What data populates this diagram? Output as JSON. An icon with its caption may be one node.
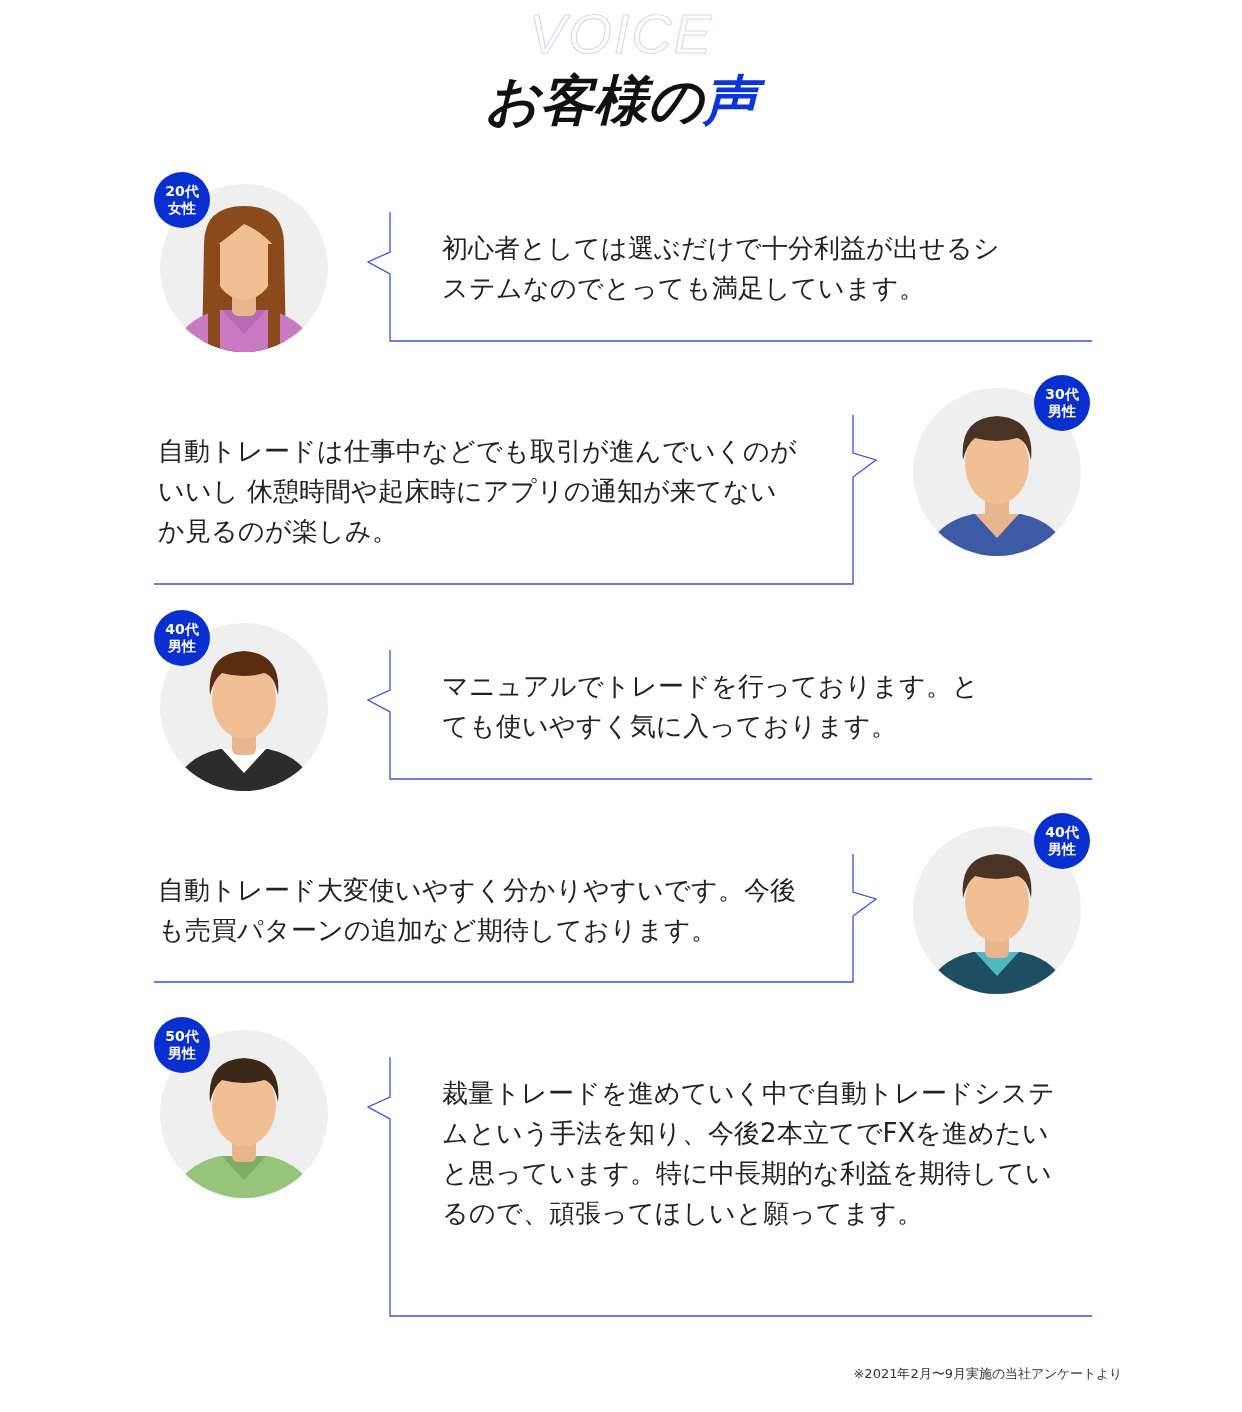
{
  "diagram": {
    "title": "お客様の声",
    "nodes": [
      {
        "text": [
          "20代",
          "女性"
        ]
      },
      {
        "text": [],
        "shape": "picture"
      },
      {
        "text": [
          "初心者としては選ぶだけで十分利益が出せるシステムなのでとっても満足しています。"
        ]
      },
      {
        "text": [
          "自動トレードは仕事中などでも取引が進んでいくのがいいし 休憩時間や起床時にアプリの通知が来てないか見るのが楽しみ。"
        ]
      },
      {
        "text": [
          "30代",
          "男性"
        ]
      },
      {
        "text": [],
        "shape": "picture"
      },
      {
        "text": [
          "40代",
          "男性"
        ]
      },
      {
        "text": [],
        "shape": "picture"
      },
      {
        "text": [
          "マニュアルでトレードを行っております。とても使いやすく気に入っております。"
        ]
      },
      {
        "text": [
          "自動トレード大変使いやすく分かりやすいです。今後も売買パターンの追加など期待しております。"
        ]
      },
      {
        "text": [
          "40代",
          "男性"
        ]
      },
      {
        "text": [],
        "shape": "picture"
      },
      {
        "text": [
          "50代",
          "男性"
        ]
      },
      {
        "text": [],
        "shape": "picture"
      },
      {
        "text": [
          "裁量トレードを進めていく中で自動トレードシステムという手法を知り、今後2本立てでFXを進めたいと思っています。特に中長期的な利益を期待しているので、頑張ってほしいと願ってます。"
        ]
      }
    ],
    "labels": [
      "VOICE",
      "※2021年2月〜9月実施の当社アンケートより"
    ]
  }
}
